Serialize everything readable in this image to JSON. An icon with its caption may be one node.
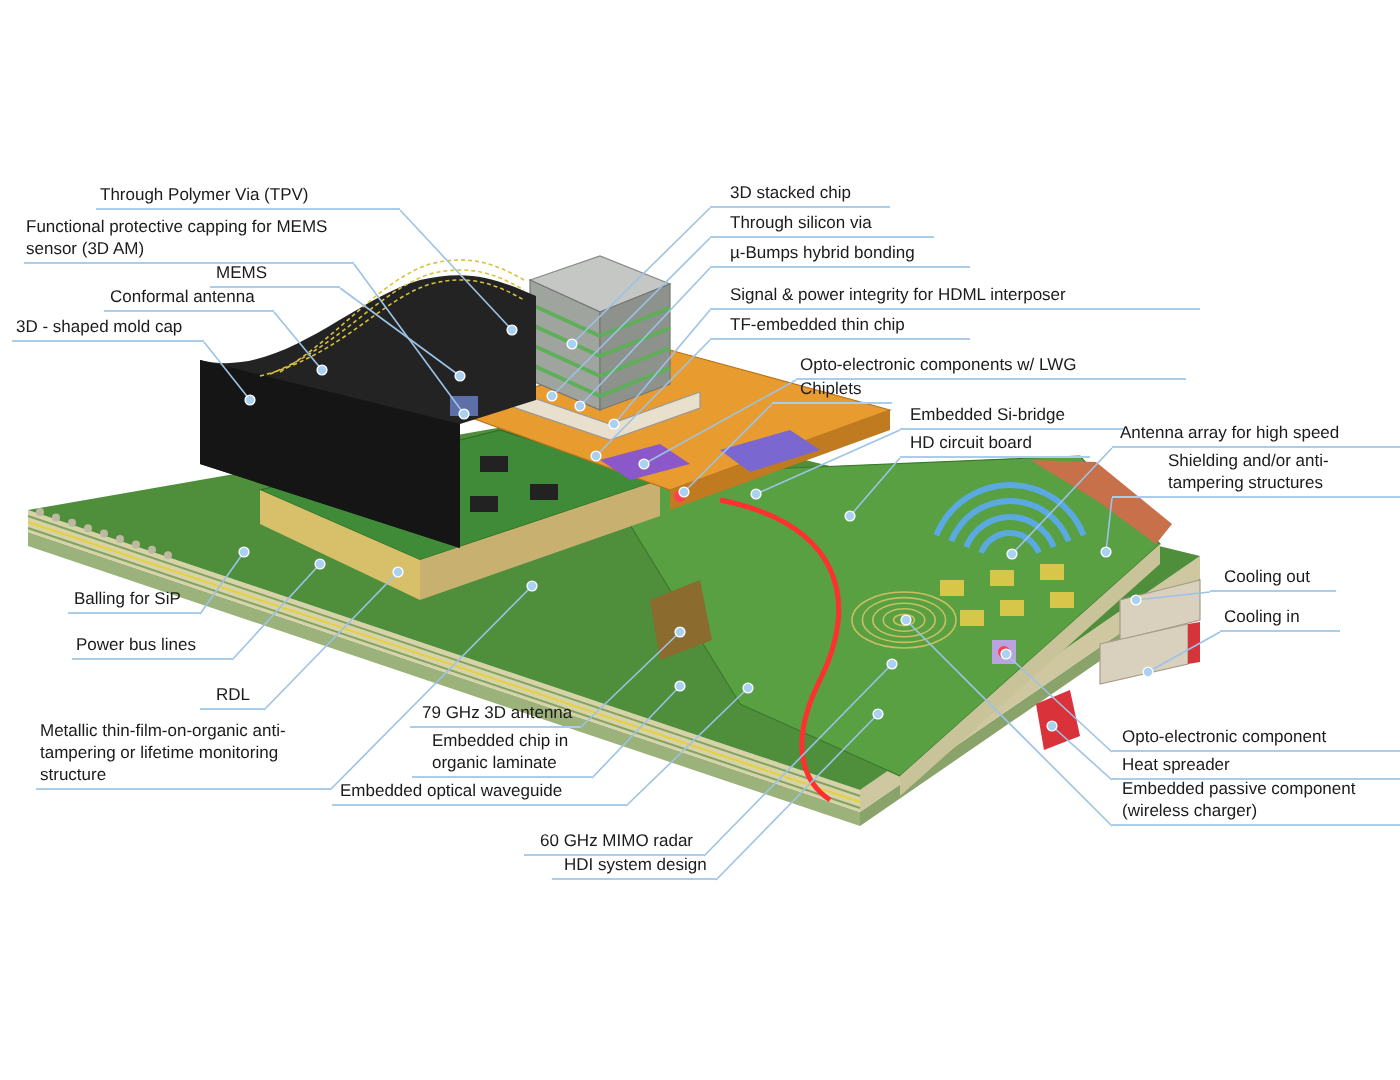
{
  "diagram": {
    "nodes": [
      {
        "text": [
          "Through Polymer Via (TPV)"
        ]
      },
      {
        "text": [
          "Functional protective capping for MEMS sensor (3D AM)"
        ]
      },
      {
        "text": [
          "MEMS"
        ]
      },
      {
        "text": [
          "Conformal antenna"
        ]
      },
      {
        "text": [
          "3D - shaped mold cap"
        ]
      },
      {
        "text": [
          "Balling for SiP"
        ]
      },
      {
        "text": [
          "Power bus lines"
        ]
      },
      {
        "text": [
          "RDL"
        ]
      },
      {
        "text": [
          "Metallic thin-film-on-organic anti-tampering or lifetime monitoring structure"
        ]
      },
      {
        "text": [
          "79 GHz 3D antenna"
        ]
      },
      {
        "text": [
          "Embedded chip in organic laminate"
        ]
      },
      {
        "text": [
          "Embedded optical waveguide"
        ]
      },
      {
        "text": [
          "60 GHz MIMO radar"
        ]
      },
      {
        "text": [
          "HDI system design"
        ]
      },
      {
        "text": [
          "3D stacked chip"
        ]
      },
      {
        "text": [
          "Through silicon via"
        ]
      },
      {
        "text": [
          "µ-Bumps hybrid bonding"
        ]
      },
      {
        "text": [
          "Signal & power integrity for HDML interposer"
        ]
      },
      {
        "text": [
          "TF-embedded thin chip"
        ]
      },
      {
        "text": [
          "Opto-electronic components w/ LWG"
        ]
      },
      {
        "text": [
          "Chiplets"
        ]
      },
      {
        "text": [
          "Embedded Si-bridge"
        ]
      },
      {
        "text": [
          "HD circuit board"
        ]
      },
      {
        "text": [
          "Antenna array for high speed"
        ]
      },
      {
        "text": [
          "Shielding and/or anti-tampering structures"
        ]
      },
      {
        "text": [
          "Cooling out"
        ]
      },
      {
        "text": [
          "Cooling in"
        ]
      },
      {
        "text": [
          "Opto-electronic component"
        ]
      },
      {
        "text": [
          "Heat spreader"
        ]
      },
      {
        "text": [
          "Embedded passive component (wireless charger)"
        ]
      }
    ],
    "edges": [
      {
        "from": 0,
        "to": null,
        "arrow": "other"
      },
      {
        "from": 1,
        "to": null,
        "arrow": "other"
      },
      {
        "from": 2,
        "to": null,
        "arrow": "other"
      },
      {
        "from": 3,
        "to": null,
        "arrow": "other"
      },
      {
        "from": 4,
        "to": null,
        "arrow": "other"
      },
      {
        "from": 5,
        "to": null,
        "arrow": "other"
      },
      {
        "from": 6,
        "to": null,
        "arrow": "other"
      },
      {
        "from": 7,
        "to": null,
        "arrow": "other"
      },
      {
        "from": 8,
        "to": null,
        "arrow": "other"
      },
      {
        "from": 9,
        "to": null,
        "arrow": "other"
      },
      {
        "from": 10,
        "to": null,
        "arrow": "other"
      },
      {
        "from": 11,
        "to": null,
        "arrow": "other"
      },
      {
        "from": 12,
        "to": null,
        "arrow": "other"
      },
      {
        "from": 13,
        "to": null,
        "arrow": "other"
      },
      {
        "from": 14,
        "to": null,
        "arrow": "other"
      },
      {
        "from": 15,
        "to": null,
        "arrow": "other"
      },
      {
        "from": 16,
        "to": null,
        "arrow": "other"
      },
      {
        "from": 17,
        "to": null,
        "arrow": "other"
      },
      {
        "from": 18,
        "to": null,
        "arrow": "other"
      },
      {
        "from": 19,
        "to": null,
        "arrow": "other"
      },
      {
        "from": 20,
        "to": null,
        "arrow": "other"
      },
      {
        "from": 21,
        "to": null,
        "arrow": "other"
      },
      {
        "from": 22,
        "to": null,
        "arrow": "other"
      },
      {
        "from": 23,
        "to": null,
        "arrow": "other"
      },
      {
        "from": 24,
        "to": null,
        "arrow": "other"
      },
      {
        "from": 25,
        "to": null,
        "arrow": "other"
      },
      {
        "from": 26,
        "to": null,
        "arrow": "other"
      },
      {
        "from": 27,
        "to": null,
        "arrow": "other"
      },
      {
        "from": 28,
        "to": null,
        "arrow": "other"
      },
      {
        "from": 29,
        "to": null,
        "arrow": "other"
      }
    ]
  }
}
